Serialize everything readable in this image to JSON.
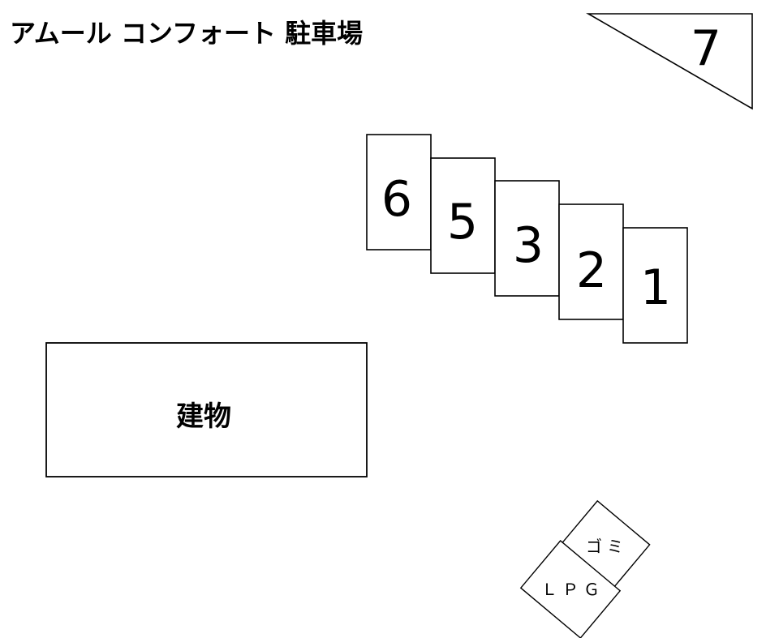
{
  "title": "アムール コンフォート 駐車場",
  "stalls": [
    {
      "number": "6"
    },
    {
      "number": "5"
    },
    {
      "number": "3"
    },
    {
      "number": "2"
    },
    {
      "number": "1"
    }
  ],
  "triangle_stall": {
    "number": "7"
  },
  "building": {
    "label": "建物"
  },
  "trash": {
    "label": "ゴミ"
  },
  "lpg": {
    "label": "ＬＰＧ"
  }
}
